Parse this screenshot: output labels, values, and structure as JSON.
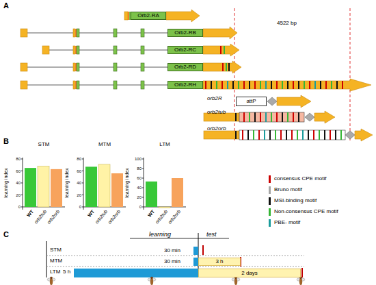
{
  "diagram": {
    "nodes": [
      {
        "text": [
          "Orb2-RA"
        ]
      },
      {
        "text": [
          "Orb2-RB"
        ]
      },
      {
        "text": [
          "Orb2-RC"
        ]
      },
      {
        "text": [
          "Orb2-RD"
        ]
      },
      {
        "text": [
          "Orb2-RH"
        ]
      },
      {
        "text": [
          "attP"
        ]
      },
      {
        "text": [
          "3 h"
        ]
      },
      {
        "text": [
          "2 days"
        ]
      }
    ],
    "labels": [
      "A",
      "4522 bp",
      "orb2R",
      "orb2tub",
      "orb2orb",
      "B",
      "STM",
      "learning index",
      "0",
      "20",
      "40",
      "60",
      "80",
      "WT",
      "orb2tub",
      "orb2orb",
      "MTM",
      "learning index",
      "0",
      "20",
      "40",
      "60",
      "80",
      "WT",
      "orb2tub",
      "orb2orb",
      "LTM",
      "learning index",
      "0",
      "20",
      "40",
      "60",
      "80",
      "100",
      "WT",
      "orb2tub",
      "orb2orb",
      "C",
      "learning",
      "test",
      "STM",
      "MTM",
      "LTM",
      "30 min",
      "30 min",
      "5 h"
    ],
    "legend": [
      {
        "text": "consensus CPE motif",
        "color": "#cc0000"
      },
      {
        "text": "Bruno motif",
        "color": "#a6a6a6"
      },
      {
        "text": "MSI-binding motif",
        "color": "#111111"
      },
      {
        "text": "Non-consensus CPE motif",
        "color": "#35b535"
      },
      {
        "text": "PBE- motif",
        "color": "#1a9c9c"
      }
    ]
  }
}
